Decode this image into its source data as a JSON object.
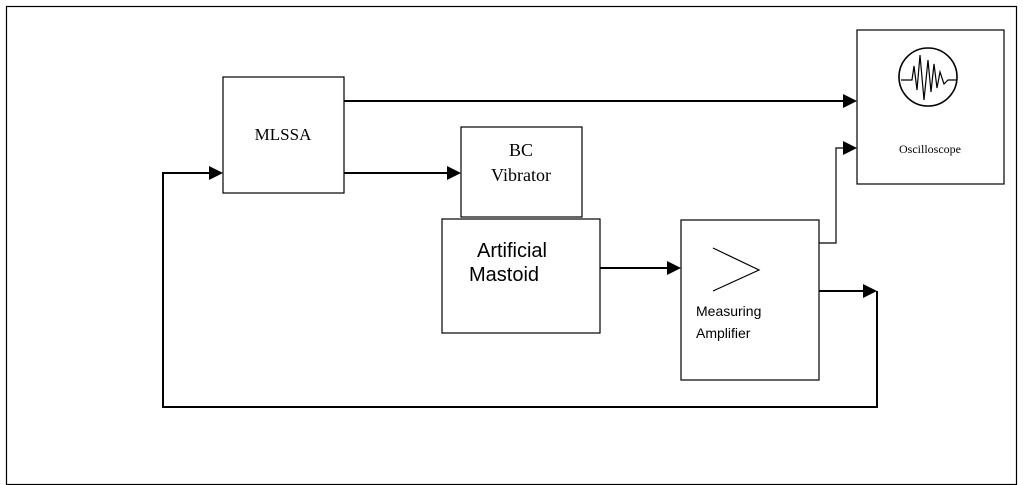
{
  "blocks": {
    "mlssa": "MLSSA",
    "bc_vibrator_line1": "BC",
    "bc_vibrator_line2": "Vibrator",
    "artificial_mastoid_line1": "Artificial",
    "artificial_mastoid_line2": "Mastoid",
    "measuring_amplifier_line1": "Measuring",
    "measuring_amplifier_line2": "Amplifier",
    "oscilloscope": "Oscilloscope"
  },
  "icons": {
    "amplifier_symbol": "amplifier-triangle-icon",
    "oscilloscope_symbol": "waveform-icon"
  },
  "connections": [
    {
      "from": "MLSSA",
      "to": "Oscilloscope"
    },
    {
      "from": "MLSSA",
      "to": "BC Vibrator"
    },
    {
      "from": "Artificial Mastoid",
      "to": "Measuring Amplifier"
    },
    {
      "from": "Measuring Amplifier",
      "to": "Oscilloscope"
    },
    {
      "from": "Measuring Amplifier",
      "to": "MLSSA"
    }
  ]
}
